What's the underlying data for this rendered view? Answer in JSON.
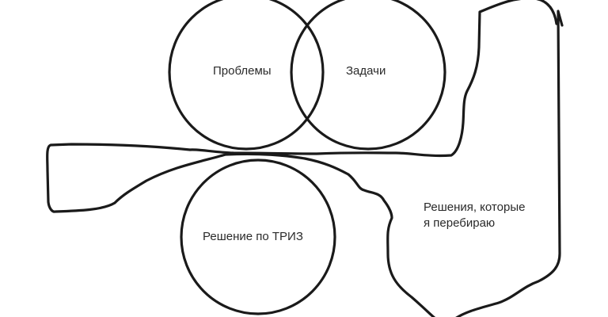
{
  "diagram": {
    "nodes": [
      {
        "id": "problems",
        "label": "Проблемы"
      },
      {
        "id": "tasks",
        "label": "Задачи"
      },
      {
        "id": "triz",
        "label": "Решение по ТРИЗ"
      }
    ],
    "region": {
      "line1": "Решения, которые",
      "line2": "я перебираю"
    },
    "stroke_color": "#1a1a1a"
  }
}
